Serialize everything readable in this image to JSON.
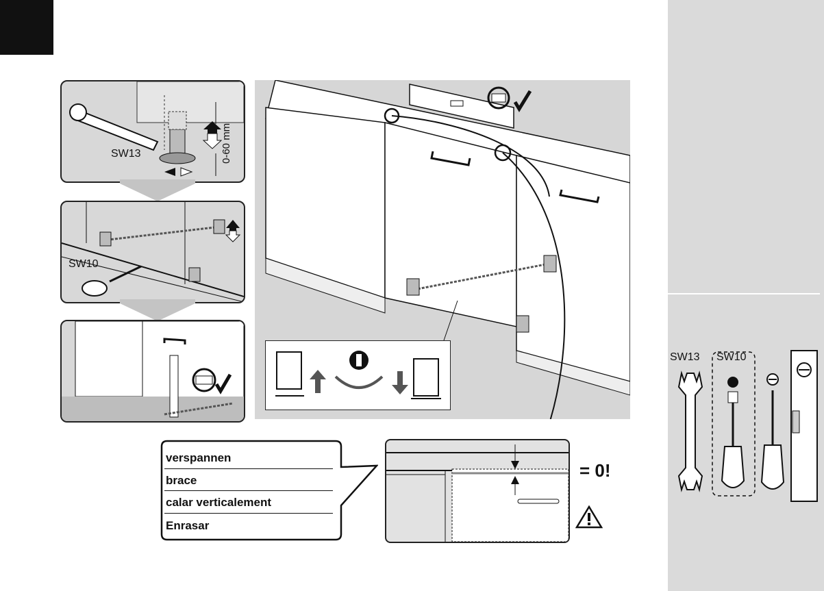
{
  "labels": {
    "sw13_top": "SW13",
    "range_mm": "0-60 mm",
    "sw10_mid": "SW10",
    "result": "= 0!"
  },
  "callout": {
    "items": [
      "verspannen",
      "brace",
      "calar verticalement",
      "Enrasar"
    ]
  },
  "tools": {
    "sw13": "SW13",
    "sw10": "SW10"
  },
  "colors": {
    "panel_gray": "#d8d8d8",
    "sidebar_gray": "#dadada",
    "ink": "#111111"
  },
  "icons": [
    "wrench-icon",
    "screwdriver-icon",
    "spirit-level-icon",
    "checkmark-icon",
    "warning-icon",
    "arrow-up-icon",
    "arrow-down-icon",
    "rotate-icon"
  ]
}
